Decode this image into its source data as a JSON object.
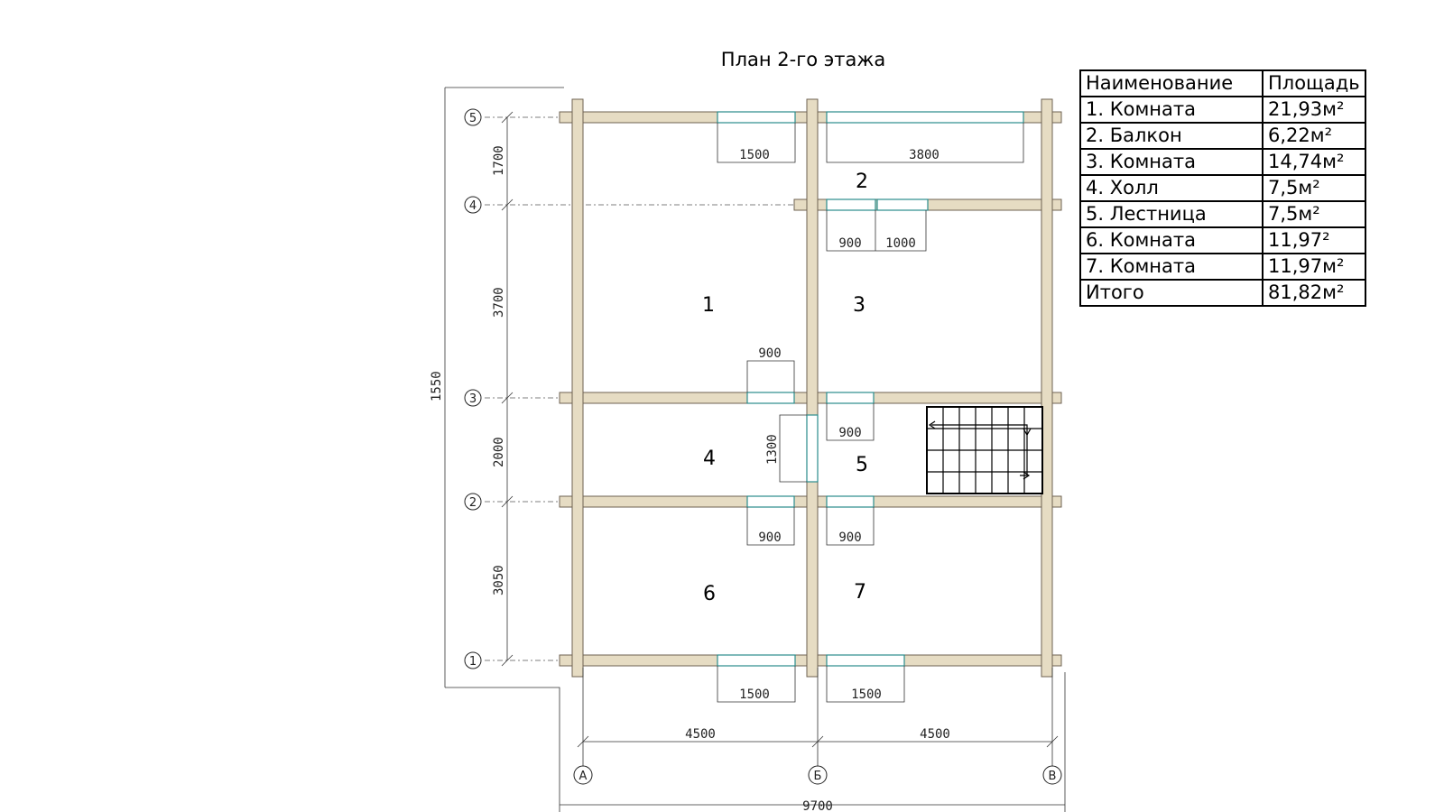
{
  "title": "План 2-го этажа",
  "table": {
    "headers": [
      "Наименование",
      "Площадь"
    ],
    "rows": [
      [
        "1. Комната",
        "21,93м²"
      ],
      [
        "2. Балкон",
        "6,22м²"
      ],
      [
        "3. Комната",
        "14,74м²"
      ],
      [
        "4. Холл",
        "7,5м²"
      ],
      [
        "5. Лестница",
        "7,5м²"
      ],
      [
        "6. Комната",
        "11,97²"
      ],
      [
        "7. Комната",
        "11,97м²"
      ],
      [
        "Итого",
        "81,82м²"
      ]
    ]
  },
  "rooms": [
    "1",
    "2",
    "3",
    "4",
    "5",
    "6",
    "7"
  ],
  "axes": {
    "rows": [
      "1",
      "2",
      "3",
      "4",
      "5"
    ],
    "cols": [
      "А",
      "Б",
      "В"
    ]
  },
  "dimensions": {
    "vertical": [
      "1700",
      "3700",
      "2000",
      "3050"
    ],
    "vertical_total": "1550",
    "horizontal": [
      "4500",
      "4500"
    ],
    "horizontal_total": "9700",
    "openings": {
      "top_left_window": "1500",
      "top_balcony": "3800",
      "balcony_900": "900",
      "balcony_1000": "1000",
      "door_room1": "900",
      "stair_1300": "1300",
      "door_room5": "900",
      "door_room6": "900",
      "door_room7": "900",
      "bottom_left_window": "1500",
      "bottom_right_window": "1500"
    }
  },
  "colors": {
    "wall": "#e6dcc3",
    "opening": "#2a8b8b"
  }
}
